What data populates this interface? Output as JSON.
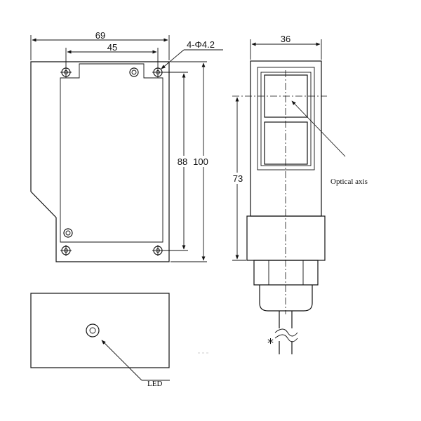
{
  "dimensions": {
    "front_width": "69",
    "hole_spacing": "45",
    "hole_spec": "4-Φ4.2",
    "hole_height": "88",
    "front_height": "100",
    "side_width": "36",
    "window_height": "73"
  },
  "labels": {
    "optical_axis": "Optical axis",
    "led": "LED",
    "cable_mark": "*"
  }
}
